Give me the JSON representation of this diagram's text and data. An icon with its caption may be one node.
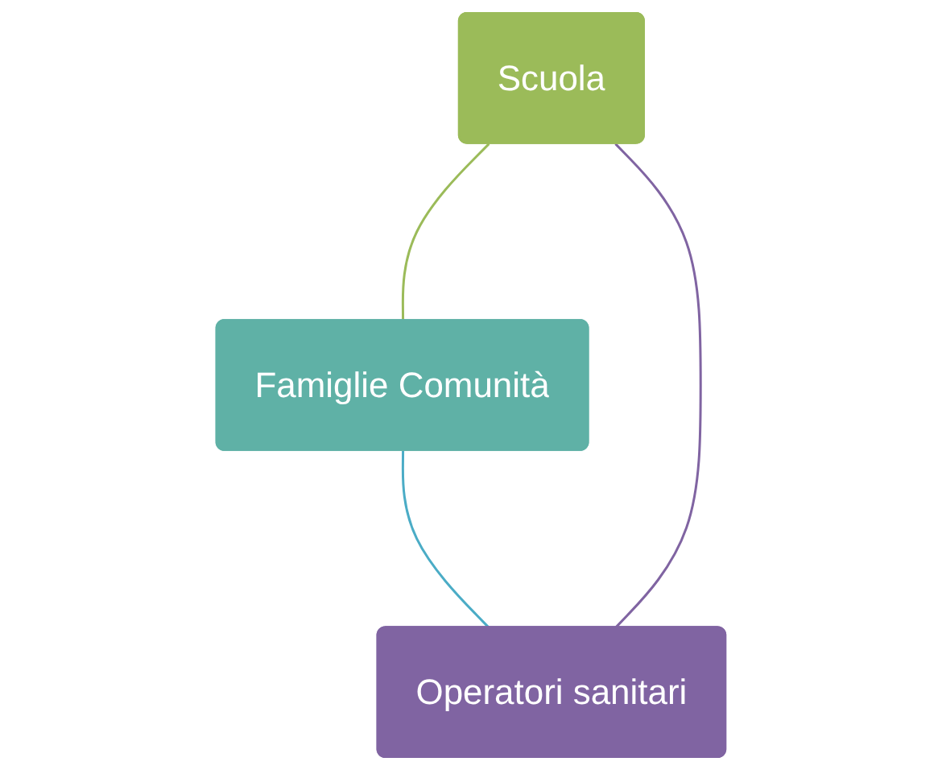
{
  "diagram": {
    "nodes": [
      {
        "text": [
          "Scuola"
        ]
      },
      {
        "text": [
          "Operatori sanitari"
        ]
      },
      {
        "text": [
          "Famiglie Comunità"
        ]
      }
    ],
    "edges": [
      {
        "from": 0,
        "to": 2,
        "arrow": "none",
        "color": "#9bbb59"
      },
      {
        "from": 2,
        "to": 1,
        "arrow": "none",
        "color": "#4bacc6"
      },
      {
        "from": 1,
        "to": 0,
        "arrow": "none",
        "color": "#8064a2"
      }
    ]
  }
}
